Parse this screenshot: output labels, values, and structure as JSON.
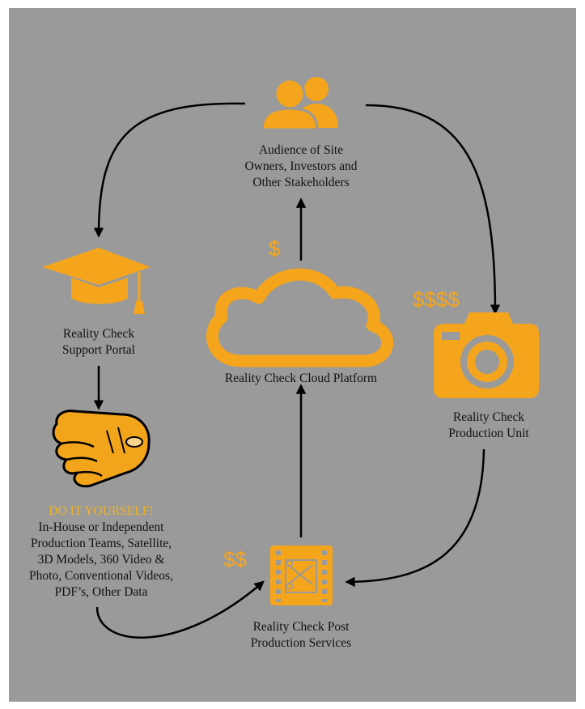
{
  "nodes": {
    "audience": {
      "lines": [
        "Audience of Site",
        "Owners, Investors and",
        "Other Stakeholders"
      ],
      "icon": "users-icon"
    },
    "support": {
      "lines": [
        "Reality Check",
        "Support Portal"
      ],
      "icon": "graduation-cap-icon"
    },
    "cloud": {
      "label": "Reality Check Cloud Platform",
      "icon": "cloud-icon"
    },
    "production": {
      "lines": [
        "Reality Check",
        "Production Unit"
      ],
      "icon": "camera-icon"
    },
    "diy": {
      "title": "DO IT YOURSELF!",
      "lines": [
        "In-House or Independent",
        "Production Teams, Satellite,",
        "3D Models, 360 Video &",
        "Photo, Conventional Videos,",
        "PDF’s, Other Data"
      ],
      "icon": "pointing-fist-icon"
    },
    "post": {
      "lines": [
        "Reality Check Post",
        "Production Services"
      ],
      "icon": "film-edit-icon"
    }
  },
  "price_tags": {
    "cloud_to_audience": "$",
    "production": "$$$$",
    "post": "$$"
  },
  "colors": {
    "accent": "#f5a51c",
    "background": "#9a9a9a",
    "arrow": "#000000",
    "text": "#111111"
  }
}
